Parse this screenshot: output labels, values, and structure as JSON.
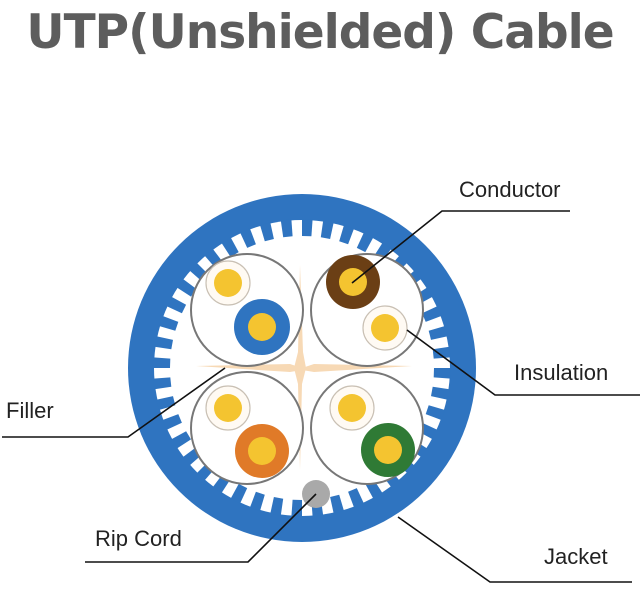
{
  "title": "UTP(Unshielded) Cable",
  "labels": {
    "conductor": "Conductor",
    "insulation": "Insulation",
    "filler": "Filler",
    "rip_cord": "Rip Cord",
    "jacket": "Jacket"
  },
  "colors": {
    "jacket": "#2f74c0",
    "conductor_core": "#f4c430",
    "insulation_white": "#fffaf3",
    "pair_brown": "#6b3f15",
    "pair_blue": "#2f74c0",
    "pair_orange": "#e07a28",
    "pair_green": "#2f7a35",
    "filler": "#f7d9b5",
    "rip_cord": "#a9a9a9",
    "pair_outline": "#777777",
    "leader_line": "#111111"
  },
  "pairs": [
    {
      "name": "blue-pair",
      "stripe": "white",
      "solid_color": "pair_blue"
    },
    {
      "name": "brown-pair",
      "stripe": "white",
      "solid_color": "pair_brown"
    },
    {
      "name": "orange-pair",
      "stripe": "white",
      "solid_color": "pair_orange"
    },
    {
      "name": "green-pair",
      "stripe": "white",
      "solid_color": "pair_green"
    }
  ]
}
